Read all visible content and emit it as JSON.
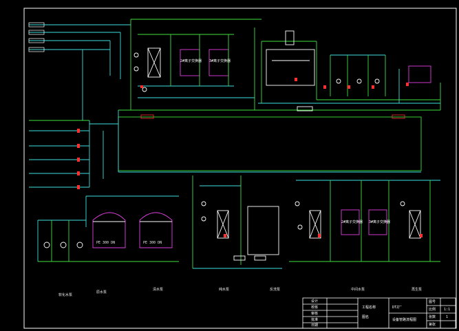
{
  "drawing": {
    "title_block": {
      "project": "DTZ厂",
      "drawing_title": "设备管路流程图",
      "sheet_no": "1",
      "scale": "1:1",
      "rows_left": [
        "设计",
        "校核",
        "审核",
        "批准",
        "日期"
      ],
      "rows_mid": [
        "工程名称",
        "图名"
      ],
      "rows_right": [
        "图号",
        "比例",
        "张数",
        "第张"
      ]
    },
    "tanks": {
      "exchanger_2": "2#离子交换器",
      "exchanger_3": "3#离子交换器",
      "exchanger_2b": "2#离子交换器",
      "exchanger_3b": "3#离子交换器",
      "pf_tank_1": "PE 300 DN",
      "pf_tank_2": "PE 300 DN"
    },
    "bottom_labels": [
      "软化水泵",
      "原水泵",
      "清水泵",
      "纯水泵",
      "反洗泵",
      "中间水泵",
      "再生泵"
    ]
  },
  "colors": {
    "background": "#000000",
    "water_pipe": "#3ee0e0",
    "line_green": "#3ee03e",
    "frame_white": "#ffffff",
    "vessel_magenta": "#e040e0",
    "valve_red": "#ff3030",
    "pipe_yellow": "#e0e040"
  }
}
